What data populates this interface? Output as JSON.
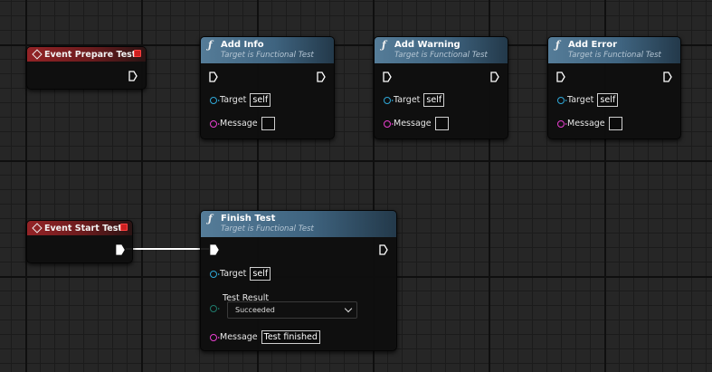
{
  "colors": {
    "event_header": "#932326",
    "function_header": "#557c98",
    "exec_wire": "#ffffff",
    "object_pin": "#2fa8d8",
    "string_pin": "#e83fcf",
    "enum_pin": "#1f7a6c",
    "delegate_pin": "#ff3030"
  },
  "nodes": {
    "event_prepare_test": {
      "title": "Event Prepare Test",
      "icon": "event-diamond-icon"
    },
    "event_start_test": {
      "title": "Event Start Test",
      "icon": "event-diamond-icon"
    },
    "add_info": {
      "title": "Add Info",
      "subtitle": "Target is Functional Test",
      "target_label": "Target",
      "target_value": "self",
      "message_label": "Message",
      "message_value": ""
    },
    "add_warning": {
      "title": "Add Warning",
      "subtitle": "Target is Functional Test",
      "target_label": "Target",
      "target_value": "self",
      "message_label": "Message",
      "message_value": ""
    },
    "add_error": {
      "title": "Add Error",
      "subtitle": "Target is Functional Test",
      "target_label": "Target",
      "target_value": "self",
      "message_label": "Message",
      "message_value": ""
    },
    "finish_test": {
      "title": "Finish Test",
      "subtitle": "Target is Functional Test",
      "target_label": "Target",
      "target_value": "self",
      "result_label": "Test Result",
      "result_selected": "Succeeded",
      "message_label": "Message",
      "message_value": "Test finished"
    }
  }
}
